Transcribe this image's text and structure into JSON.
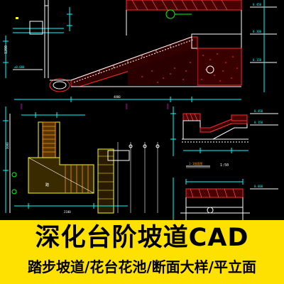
{
  "banner": {
    "title": "深化台阶坡道CAD",
    "subtitle": "踏步坡道/花台花池/断面大样/平立面"
  },
  "drawing": {
    "scale_label": "1:50"
  },
  "colors": {
    "background": "#000000",
    "banner": "#ffe100",
    "line_white": "#ffffff",
    "line_cyan": "#00ffff",
    "line_red": "#ff2a2a",
    "line_yellow": "#ffff00",
    "line_orange": "#ff9900",
    "line_green": "#00ff00",
    "line_magenta": "#ff00ff"
  }
}
